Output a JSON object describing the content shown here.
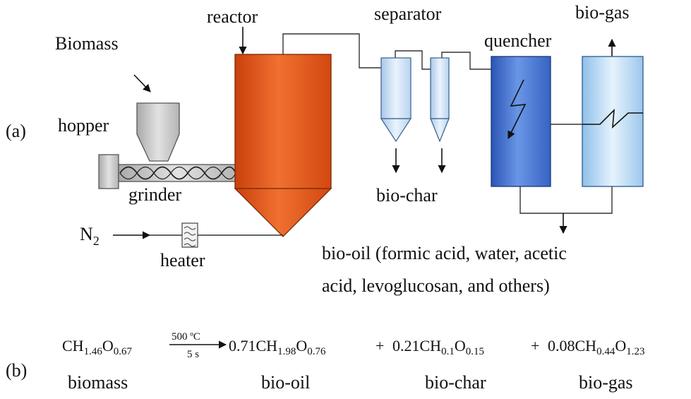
{
  "panel_a": {
    "tag": "(a)",
    "labels": {
      "biomass": "Biomass",
      "hopper": "hopper",
      "grinder": "grinder",
      "reactor": "reactor",
      "separator": "separator",
      "bio_char": "bio-char",
      "quencher": "quencher",
      "bio_gas": "bio-gas",
      "heater": "heater",
      "n2_main": "N",
      "n2_sub": "2",
      "bio_oil_line1": "bio-oil (formic acid, water, acetic",
      "bio_oil_line2": "acid, levoglucosan, and others)"
    }
  },
  "panel_b": {
    "tag": "(b)",
    "equation": {
      "reactant": {
        "a": "CH",
        "a_sub": "1.46",
        "b": "O",
        "b_sub": "0.67"
      },
      "arrow_top": "500 ºC",
      "arrow_bottom": "5 s",
      "p1": {
        "coef": "0.71CH",
        "a_sub": "1.98",
        "b": "O",
        "b_sub": "0.76"
      },
      "plus1": "+",
      "p2": {
        "coef": "0.21CH",
        "a_sub": "0.1",
        "b": "O",
        "b_sub": "0.15"
      },
      "plus2": "+",
      "p3": {
        "coef": "0.08CH",
        "a_sub": "0.44",
        "b": "O",
        "b_sub": "1.23"
      }
    },
    "names": {
      "biomass": "biomass",
      "bio_oil": "bio-oil",
      "bio_char": "bio-char",
      "bio_gas": "bio-gas"
    }
  },
  "colors": {
    "reactor": "#e8561a",
    "separator": "#cfe3f7",
    "quencher": "#3d6fd0",
    "condenser": "#bcdcf5",
    "hopper": "#c8c8c8"
  }
}
